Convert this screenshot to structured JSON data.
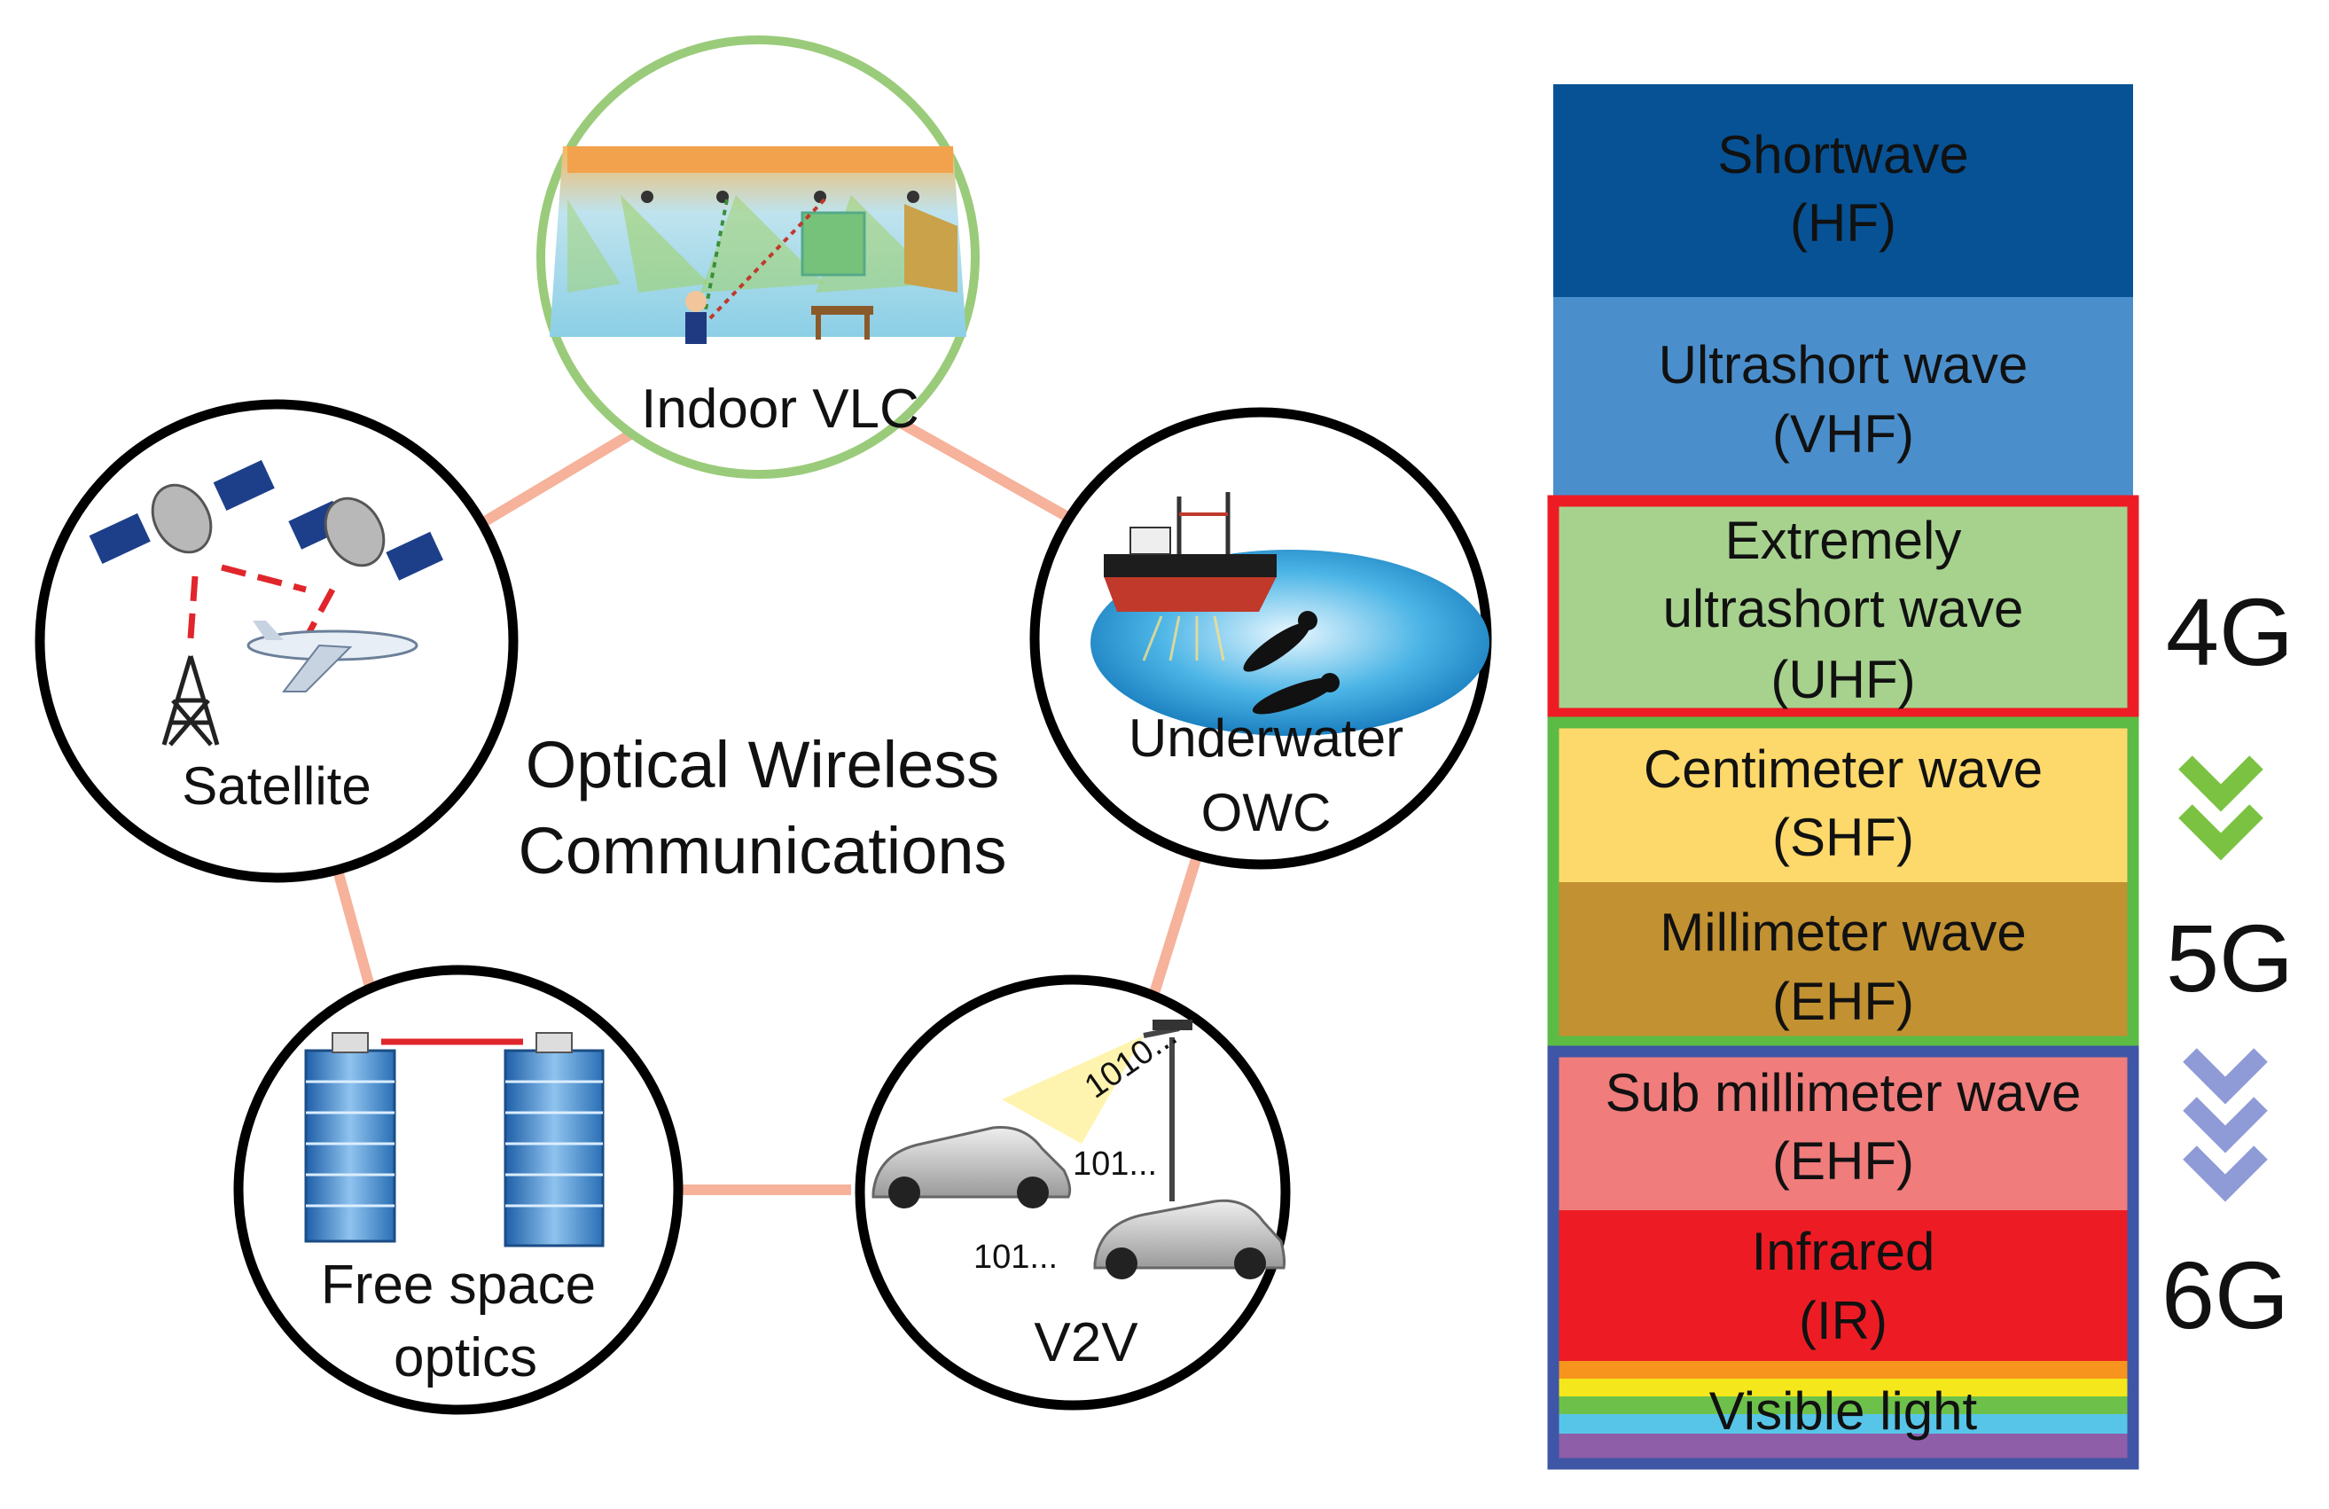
{
  "center_title": {
    "line1": "Optical Wireless",
    "line2": "Communications"
  },
  "nodes": {
    "indoor_vlc": {
      "label": "Indoor VLC"
    },
    "satellite": {
      "label": "Satellite"
    },
    "underwater": {
      "line1": "Underwater",
      "line2": "OWC"
    },
    "free_space": {
      "line1": "Free space",
      "line2": "optics"
    },
    "v2v": {
      "label": "V2V",
      "code_beam": "1010...",
      "code_car1": "101...",
      "code_car2": "101..."
    }
  },
  "spectrum": {
    "bands": [
      {
        "line1": "Shortwave",
        "line2": "(HF)",
        "color": "#075295"
      },
      {
        "line1": "Ultrashort wave",
        "line2": "(VHF)",
        "color": "#4a8fcc"
      },
      {
        "line1": "Extremely",
        "line2": "ultrashort wave",
        "line3": "(UHF)",
        "color": "#a7d28e"
      },
      {
        "line1": "Centimeter wave",
        "line2": "(SHF)",
        "color": "#fdd96b"
      },
      {
        "line1": "Millimeter wave",
        "line2": "(EHF)",
        "color": "#c29131"
      },
      {
        "line1": "Sub millimeter wave",
        "line2": "(EHF)",
        "color": "#f07c7c"
      },
      {
        "line1": "Infrared",
        "line2": "(IR)",
        "color": "#ed1c24"
      },
      {
        "line1": "Visible light",
        "color": "#6dc14a"
      }
    ],
    "generations": {
      "g4": "4G",
      "g5": "5G",
      "g6": "6G"
    },
    "colors": {
      "g4_box": "#ed1c24",
      "g5_box": "#5cbb45",
      "g6_box": "#3e56a5",
      "arrow_green": "#7cc242",
      "arrow_purple": "#8f9bd6"
    }
  }
}
